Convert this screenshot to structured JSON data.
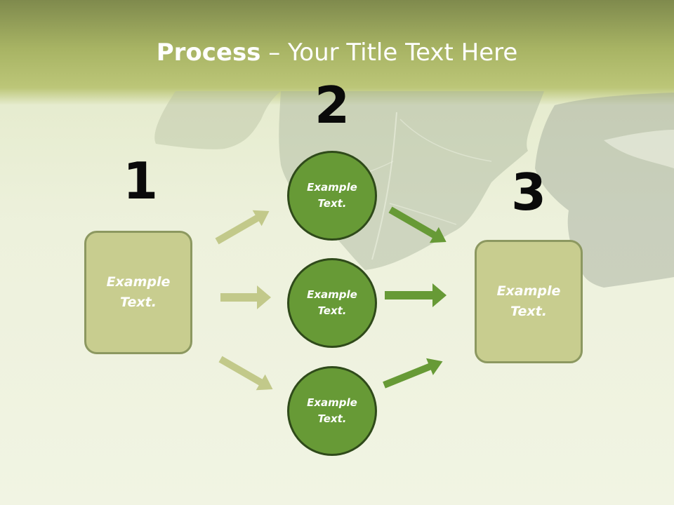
{
  "title": {
    "bold": "Process",
    "rest": " – Your Title Text Here"
  },
  "steps": [
    {
      "number": "1",
      "line1": "Example",
      "line2": "Text."
    },
    {
      "number": "2",
      "circles": [
        {
          "line1": "Example",
          "line2": "Text."
        },
        {
          "line1": "Example",
          "line2": "Text."
        },
        {
          "line1": "Example",
          "line2": "Text."
        }
      ]
    },
    {
      "number": "3",
      "line1": "Example",
      "line2": "Text."
    }
  ],
  "colors": {
    "header": "#a8b464",
    "box_fill": "#c8cd8f",
    "box_border": "#8c9860",
    "circle_fill": "#679a36",
    "circle_border": "#2f4a1a",
    "arrow_light": "#c2c98a",
    "arrow_dark": "#679a36"
  }
}
